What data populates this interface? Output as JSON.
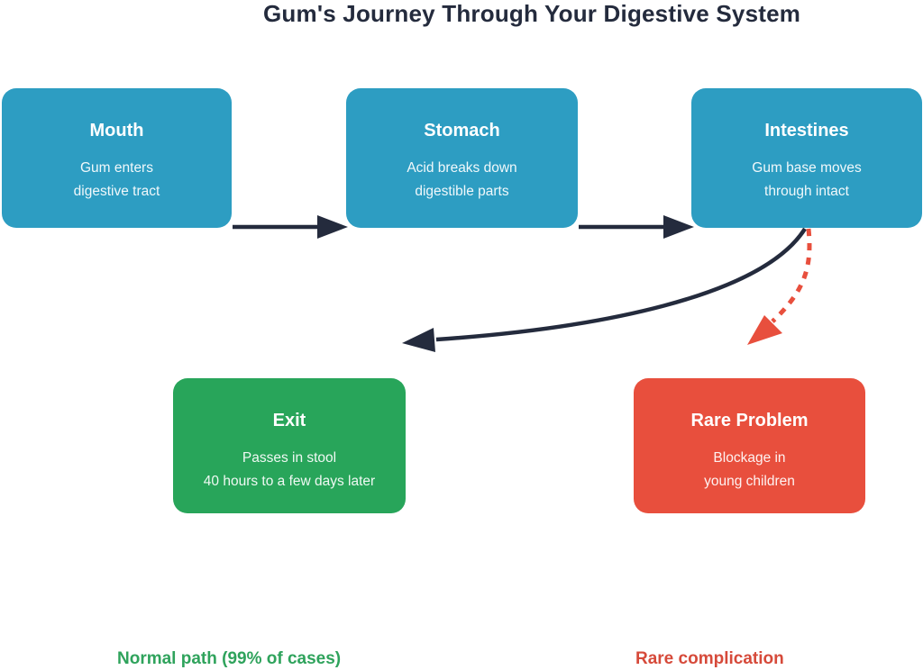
{
  "title": "Gum's Journey Through Your Digestive System",
  "colors": {
    "node_blue": "#2d9dc2",
    "node_green": "#28a55a",
    "node_red": "#e84f3d",
    "arrow_dark": "#242b3d",
    "arrow_red_dashed": "#e84f3d",
    "legend_green_text": "#2fa35c",
    "legend_red_text": "#d64a3a",
    "background": "#ffffff"
  },
  "nodes": [
    {
      "id": "mouth",
      "label": "Mouth",
      "line1": "Gum enters",
      "line2": "digestive tract",
      "color": "#2d9dc2"
    },
    {
      "id": "stomach",
      "label": "Stomach",
      "line1": "Acid breaks down",
      "line2": "digestible parts",
      "color": "#2d9dc2"
    },
    {
      "id": "intestines",
      "label": "Intestines",
      "line1": "Gum base moves",
      "line2": "through intact",
      "color": "#2d9dc2"
    },
    {
      "id": "exit",
      "label": "Exit",
      "line1": "Passes in stool",
      "line2": "40 hours to a few days later",
      "color": "#28a55a"
    },
    {
      "id": "rare",
      "label": "Rare Problem",
      "line1": "Blockage in",
      "line2": "young children",
      "color": "#e84f3d"
    }
  ],
  "edges": [
    {
      "from": "Mouth",
      "to": "Stomach",
      "style": "solid",
      "color": "#242b3d"
    },
    {
      "from": "Stomach",
      "to": "Intestines",
      "style": "solid",
      "color": "#242b3d"
    },
    {
      "from": "Intestines",
      "to": "Exit",
      "style": "solid-curved",
      "color": "#242b3d"
    },
    {
      "from": "Intestines",
      "to": "Rare Problem",
      "style": "dashed-curved",
      "color": "#e84f3d"
    }
  ],
  "legend": {
    "normal": "Normal path (99% of cases)",
    "rare": "Rare complication"
  }
}
